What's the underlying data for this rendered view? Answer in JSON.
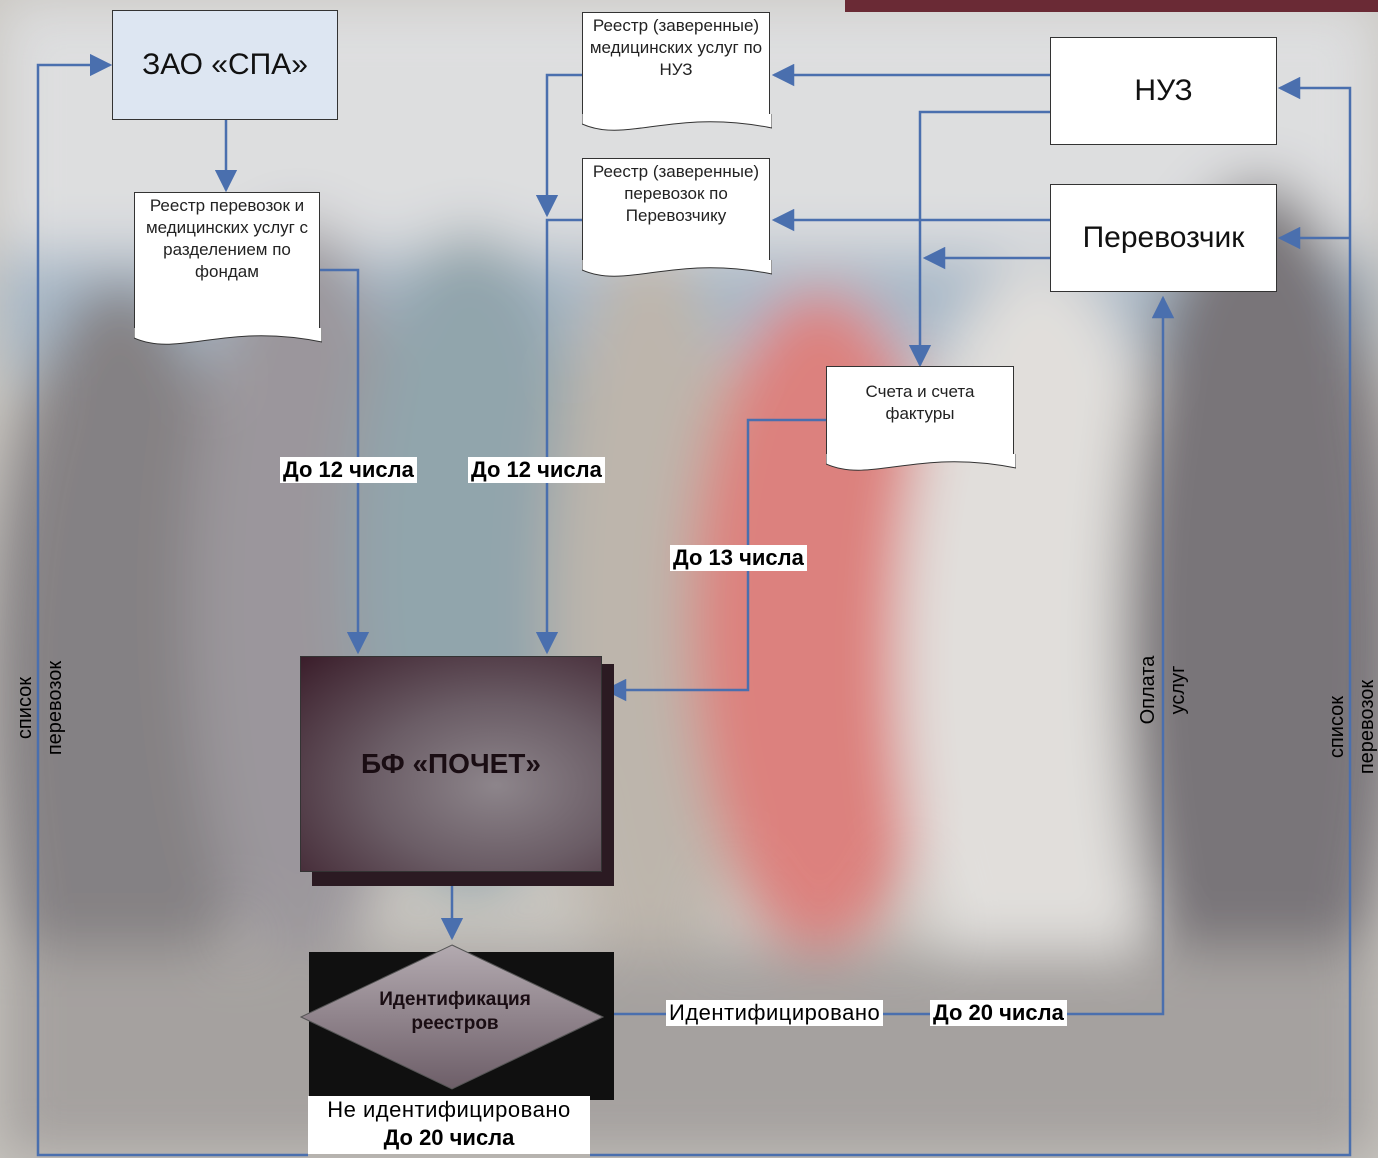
{
  "colors": {
    "line": "#4a6fae",
    "spa_fill": "#dde6f2",
    "pochet_dark": "#3a1d2a",
    "diamond_dark": "#101010"
  },
  "nodes": {
    "spa": "ЗАО «СПА»",
    "nuz": "НУЗ",
    "perevozchik": "Перевозчик",
    "pochet": "БФ «ПОЧЕТ»",
    "identification": "Идентификация реестров"
  },
  "documents": {
    "registry_split": "Реестр перевозок и медицинских услуг с разделением по фондам",
    "registry_nuz": "Реестр (заверенные) медицинских услуг по НУЗ",
    "registry_carrier": "Реестр (заверенные) перевозок по Перевозчику",
    "invoices": "Счета и счета фактуры"
  },
  "labels": {
    "deadline_12_a": "До 12 числа",
    "deadline_12_b": "До 12 числа",
    "deadline_13": "До 13 числа",
    "identified": "Идентифицировано",
    "deadline_20_a": "До 20 числа",
    "not_identified": "Не идентифицировано",
    "deadline_20_b": "До 20 числа",
    "payment": "Оплата услуг",
    "list_left": "список перевозок",
    "list_right": "список перевозок"
  }
}
